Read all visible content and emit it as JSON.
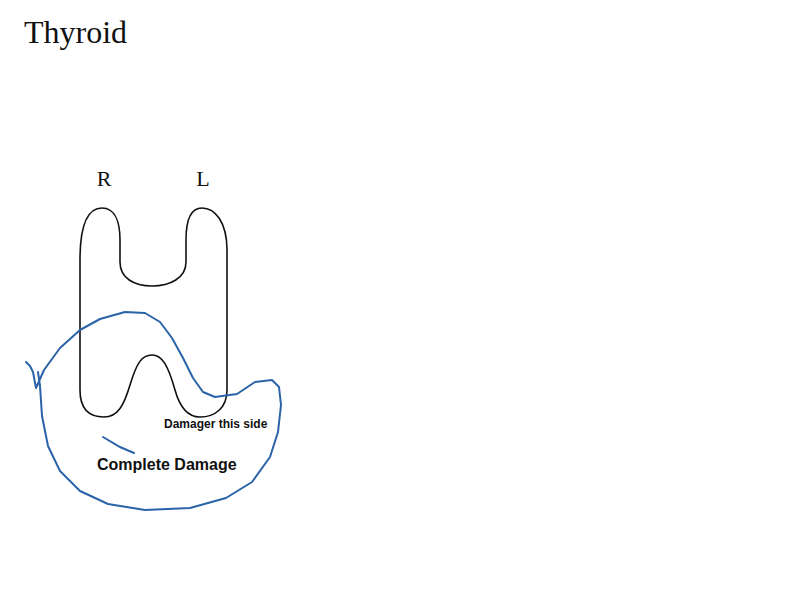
{
  "diagram": {
    "title": "Thyroid",
    "labels": [
      "R",
      "L",
      "Damager this side",
      "Complete Damage"
    ]
  }
}
